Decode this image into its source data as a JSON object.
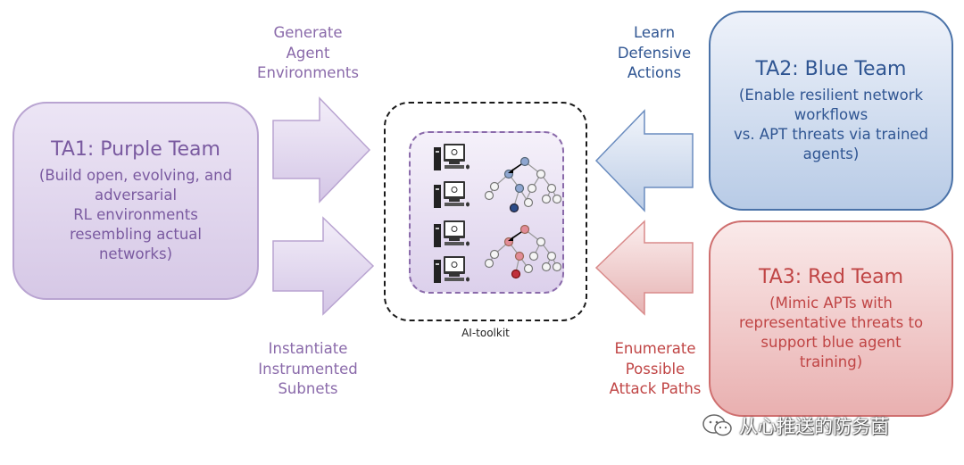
{
  "ta1": {
    "title": "TA1: Purple Team",
    "description": "(Build open, evolving, and\nadversarial\nRL environments\nresembling actual\nnetworks)"
  },
  "ta2": {
    "title": "TA2: Blue Team",
    "description": "(Enable resilient network\nworkflows\nvs. APT threats via trained\nagents)"
  },
  "ta3": {
    "title": "TA3: Red Team",
    "description": "(Mimic APTs with\nrepresentative threats to\nsupport blue agent\ntraining)"
  },
  "arrows": {
    "generate": "Generate\nAgent\nEnvironments",
    "instantiate": "Instantiate\nInstrumented\nSubnets",
    "learn": "Learn\nDefensive\nActions",
    "enumerate": "Enumerate\nPossible\nAttack Paths"
  },
  "toolkit": {
    "label": "AI-toolkit"
  },
  "watermark": {
    "text": "从心推送的防务菌",
    "icon": "wechat-icon"
  },
  "colors": {
    "purple": "#8a6aaa",
    "blue": "#2f5592",
    "red": "#c04545"
  }
}
